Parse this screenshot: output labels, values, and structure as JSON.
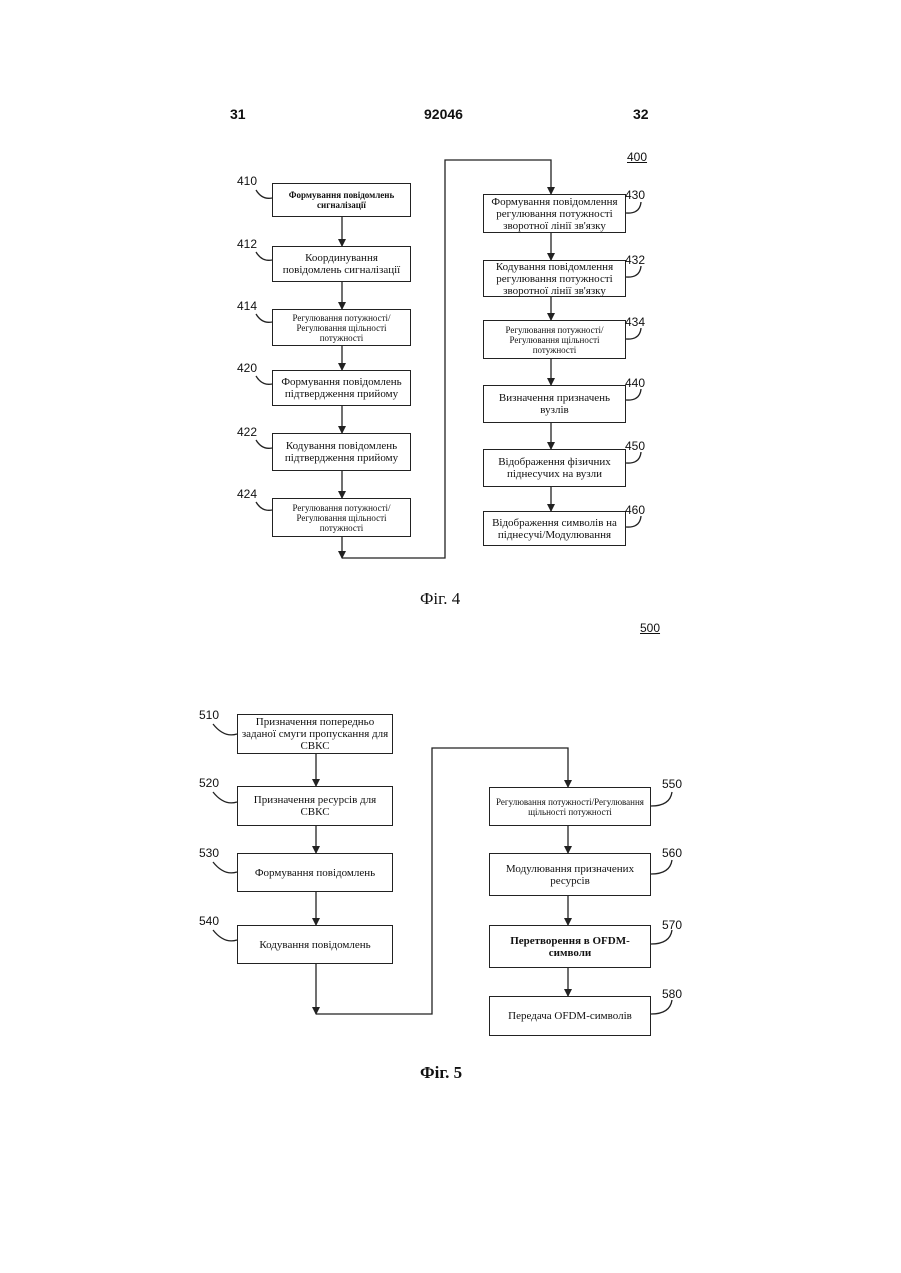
{
  "header": {
    "left": "31",
    "center": "92046",
    "right": "32"
  },
  "fig4": {
    "ref": "400",
    "caption": "Фіг. 4",
    "steps": [
      {
        "num": "410",
        "text": "Формування повідомлень сигналізації"
      },
      {
        "num": "412",
        "text": "Координування повідомлень сигналізації"
      },
      {
        "num": "414",
        "text": "Регулювання потужності/Регулювання щільності потужності"
      },
      {
        "num": "420",
        "text": "Формування повідомлень підтвердження прийому"
      },
      {
        "num": "422",
        "text": "Кодування повідомлень підтвердження прийому"
      },
      {
        "num": "424",
        "text": "Регулювання потужності/Регулювання щільності потужності"
      },
      {
        "num": "430",
        "text": "Формування повідомлення регулювання потужності зворотної лінії зв'язку"
      },
      {
        "num": "432",
        "text": "Кодування повідомлення регулювання потужності зворотної лінії зв'язку"
      },
      {
        "num": "434",
        "text": "Регулювання потужності/Регулювання щільності потужності"
      },
      {
        "num": "440",
        "text": "Визначення призначень вузлів"
      },
      {
        "num": "450",
        "text": "Відображення фізичних піднесучих на вузли"
      },
      {
        "num": "460",
        "text": "Відображення символів на піднесучі/Модулювання"
      }
    ]
  },
  "fig5": {
    "ref": "500",
    "caption": "Фіг. 5",
    "steps": [
      {
        "num": "510",
        "text": "Призначення попередньо заданої смуги пропускання для СВКС"
      },
      {
        "num": "520",
        "text": "Призначення ресурсів для СВКС"
      },
      {
        "num": "530",
        "text": "Формування повідомлень"
      },
      {
        "num": "540",
        "text": "Кодування повідомлень"
      },
      {
        "num": "550",
        "text": "Регулювання потужності/Регулювання щільності потужності"
      },
      {
        "num": "560",
        "text": "Модулювання призначених ресурсів"
      },
      {
        "num": "570",
        "text": "Перетворення в OFDM-символи"
      },
      {
        "num": "580",
        "text": "Передача OFDM-символів"
      }
    ]
  }
}
